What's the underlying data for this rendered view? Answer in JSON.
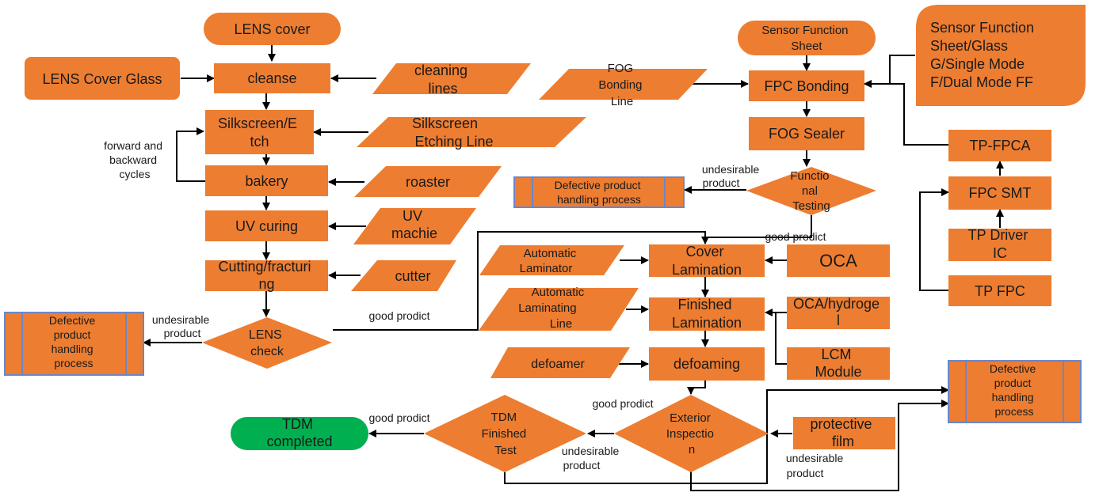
{
  "colors": {
    "orange": "#ED7D31",
    "orange_stroke": "#E6722A",
    "green": "#00B050",
    "defect_fill": "#ED7D31",
    "defect_border": "#6C86C8",
    "line": "#000000",
    "text_dark": "#1a1a1a",
    "text_white": "#ffffff"
  },
  "nodes": {
    "lens_cover": "LENS cover",
    "lens_cover_glass": "LENS Cover Glass",
    "cleanse": "cleanse",
    "cleaning_lines": [
      "cleaning",
      "lines"
    ],
    "silkscreen_etch": [
      "Silkscreen/E",
      "tch"
    ],
    "silkscreen_etching_line": [
      "Silkscreen",
      "Etching Line"
    ],
    "forward_backward": [
      "forward and",
      "backward",
      "cycles"
    ],
    "bakery": "bakery",
    "roaster": "roaster",
    "uv_curing": "UV curing",
    "uv_machie": [
      "UV",
      "machie"
    ],
    "cutting_fracturing": [
      "Cutting/fracturi",
      "ng"
    ],
    "cutter": "cutter",
    "lens_check": [
      "LENS",
      "check"
    ],
    "defect_left": [
      "Defective",
      "product",
      "handling",
      "process"
    ],
    "undesirable_left": [
      "undesirable",
      "product"
    ],
    "good_prodict_mid": "good prodict",
    "sensor_function_sheet": [
      "Sensor Function",
      "Sheet"
    ],
    "sensor_function_box": [
      "Sensor Function",
      "Sheet/Glass",
      "G/Single Mode",
      "F/Dual Mode FF"
    ],
    "fog_bonding_line": [
      "FOG",
      "Bonding",
      "Line"
    ],
    "fpc_bonding": "FPC Bonding",
    "fog_sealer": "FOG Sealer",
    "functional_testing": [
      "Functio",
      "nal",
      "Testing"
    ],
    "undesirable_top": [
      "undesirable",
      "product"
    ],
    "defect_top": [
      "Defective product",
      "handling process"
    ],
    "good_prodict_top": "good prodict",
    "tp_fpca": "TP-FPCA",
    "fpc_smt": "FPC SMT",
    "tp_driver_ic": [
      "TP Driver",
      "IC"
    ],
    "tp_fpc": "TP FPC",
    "automatic_laminator": [
      "Automatic",
      "Laminator"
    ],
    "cover_lamination": [
      "Cover",
      "Lamination"
    ],
    "oca": "OCA",
    "automatic_laminating_line": [
      "Automatic",
      "Laminating",
      "Line"
    ],
    "finished_lamination": [
      "Finished",
      "Lamination"
    ],
    "oca_hydrogel": [
      "OCA/hydroge",
      "l"
    ],
    "lcm_module": [
      "LCM",
      "Module"
    ],
    "defoamer": "defoamer",
    "defoaming": "defoaming",
    "good_prodict_ext": "good prodict",
    "exterior_inspection": [
      "Exterior",
      "Inspectio",
      "n"
    ],
    "protective_film": [
      "protective",
      "film"
    ],
    "undesirable_ext": [
      "undesirable",
      "product"
    ],
    "defect_right": [
      "Defective",
      "product",
      "handling",
      "process"
    ],
    "tdm_finished_test": [
      "TDM",
      "Finished",
      "Test"
    ],
    "undesirable_tdm": [
      "undesirable",
      "product"
    ],
    "good_prodict_tdm": "good prodict",
    "tdm_completed": [
      "TDM",
      "completed"
    ]
  }
}
